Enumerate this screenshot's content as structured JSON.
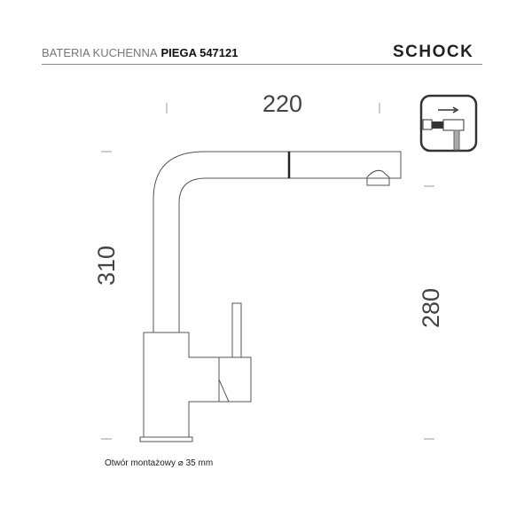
{
  "header": {
    "product_type": "BATERIA KUCHENNA",
    "model": "PIEGA 547121",
    "brand": "SCHOCK"
  },
  "dimensions": {
    "width": "220",
    "total_height": "310",
    "spout_height": "280"
  },
  "note": "Otwór montażowy ⌀ 35 mm",
  "icons": {
    "feature": "pull-out-spout-icon"
  }
}
